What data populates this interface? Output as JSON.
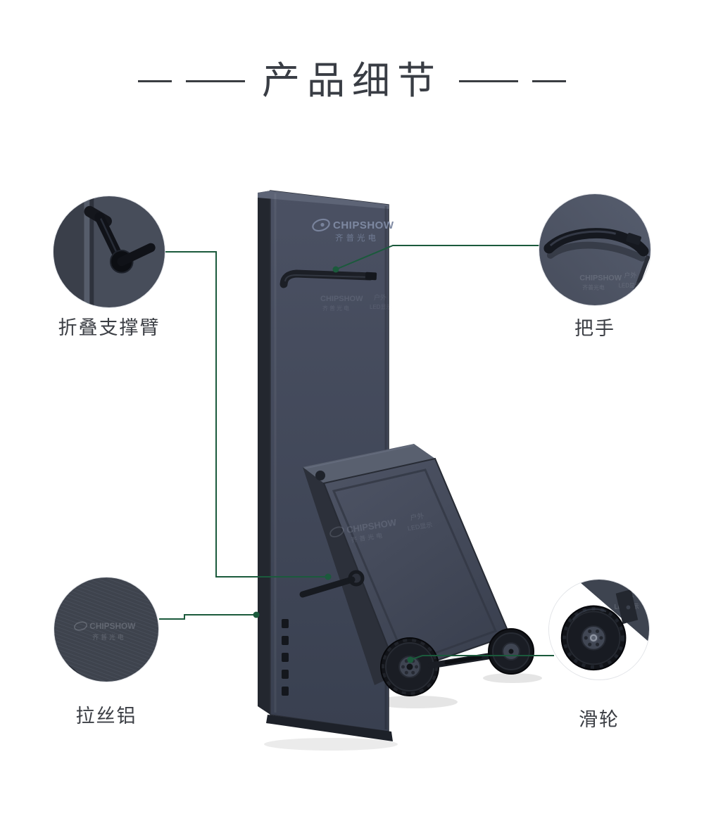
{
  "page": {
    "title": "产品细节",
    "callouts": [
      {
        "id": "folding-support-arm",
        "label": "折叠支撑臂"
      },
      {
        "id": "handle",
        "label": "把手"
      },
      {
        "id": "brushed-aluminum",
        "label": "拉丝铝"
      },
      {
        "id": "wheel",
        "label": "滑轮"
      }
    ],
    "brand": {
      "name": "CHIPSHOW",
      "name_cn": "齐普光电",
      "tagline_1": "户外",
      "tagline_2": "LED显示"
    },
    "colors": {
      "leader_line": "#1b5a3c",
      "panel_body": "#454b5b",
      "title_text": "#393d44"
    }
  }
}
